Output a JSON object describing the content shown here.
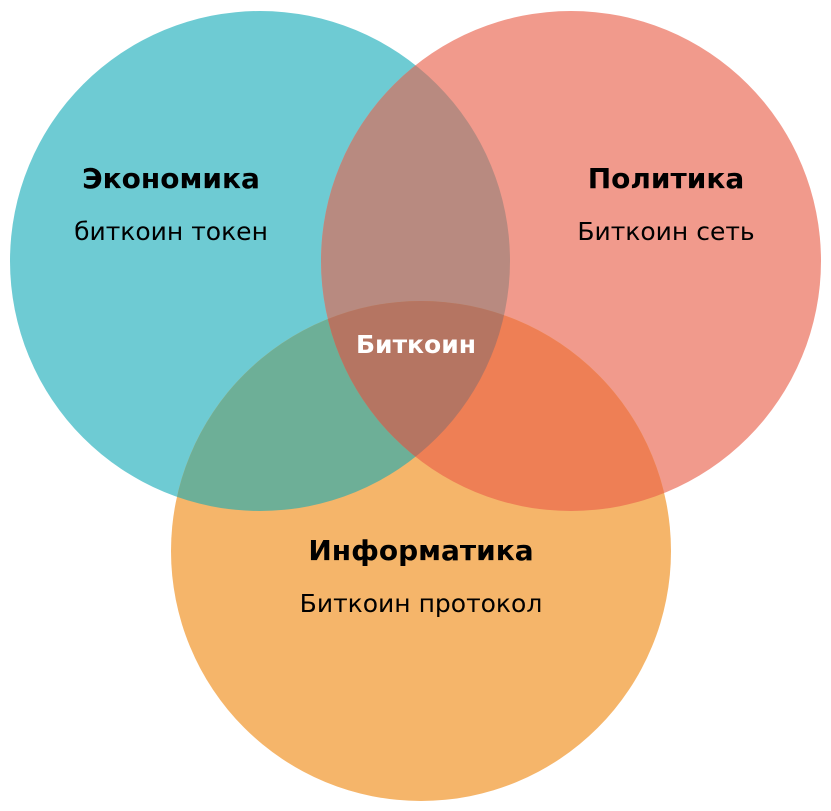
{
  "diagram": {
    "type": "venn",
    "sets": [
      {
        "id": "economics",
        "title": "Экономика",
        "subtitle": "биткоин токен",
        "color": "#6ecbd3"
      },
      {
        "id": "politics",
        "title": "Политика",
        "subtitle": "Биткоин сеть",
        "color": "#f19a8c"
      },
      {
        "id": "informatics",
        "title": "Информатика",
        "subtitle": "Биткоин протокол",
        "color": "#f5b56a"
      }
    ],
    "intersections": {
      "economics_politics": {
        "color": "#b88a80"
      },
      "economics_informatics": {
        "color": "#6daf97"
      },
      "politics_informatics": {
        "color": "#ee7f55"
      },
      "all": {
        "label": "Биткоин",
        "color": "#b57562",
        "label_color": "#ffffff"
      }
    }
  }
}
